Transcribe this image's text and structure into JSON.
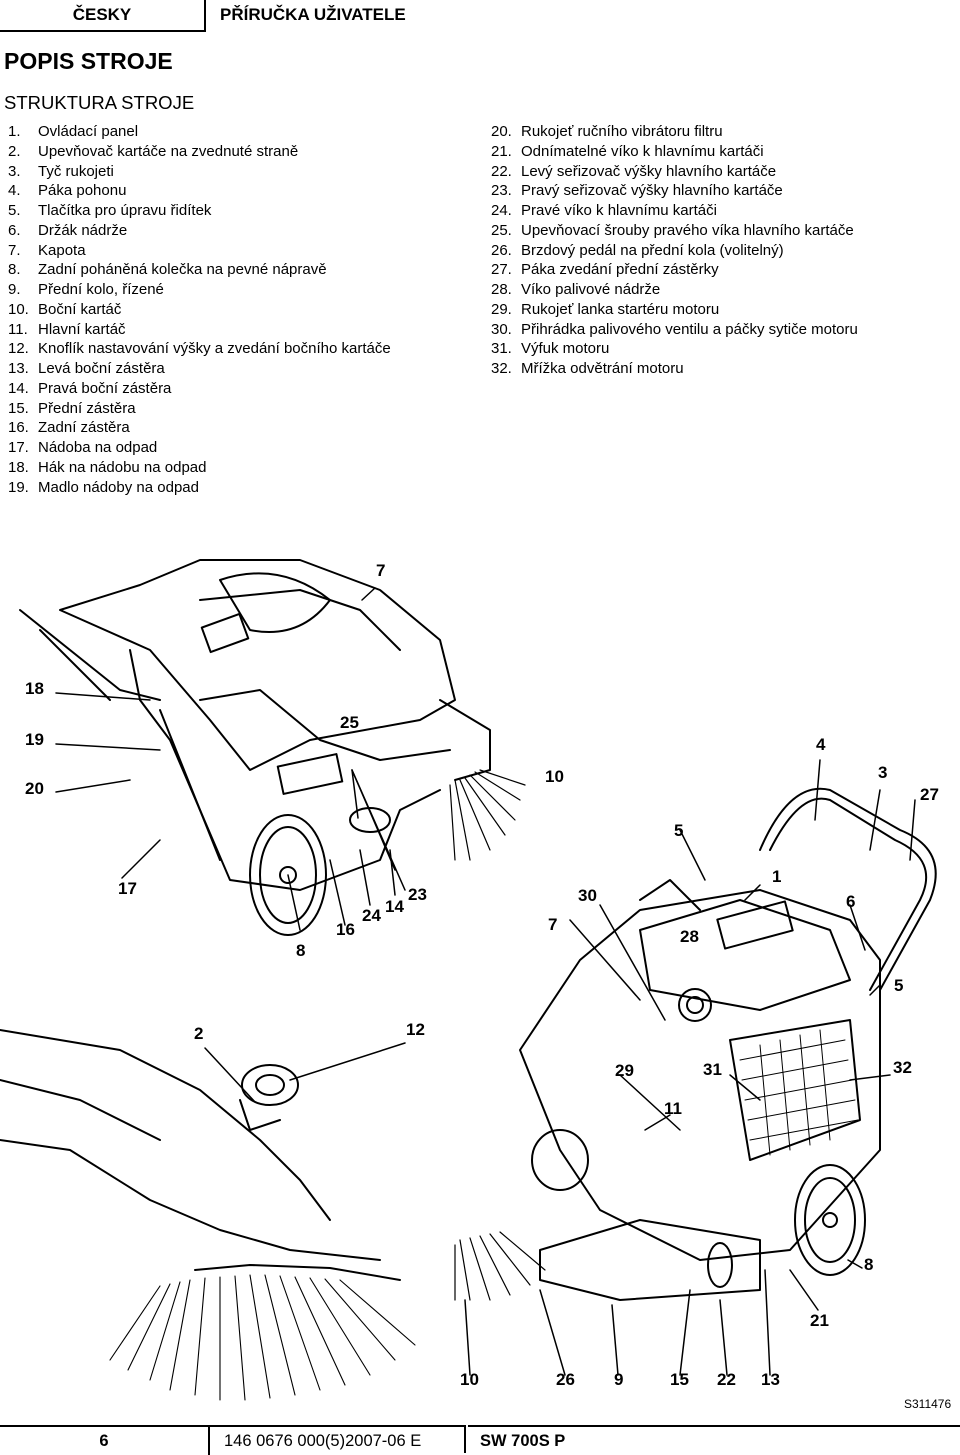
{
  "header": {
    "language": "ČESKY",
    "manual": "PŘÍRUČKA UŽIVATELE"
  },
  "title": "POPIS STROJE",
  "subtitle": "STRUKTURA STROJE",
  "parts_left": [
    {
      "num": "1.",
      "label": "Ovládací panel"
    },
    {
      "num": "2.",
      "label": "Upevňovač kartáče na zvednuté straně"
    },
    {
      "num": "3.",
      "label": "Tyč rukojeti"
    },
    {
      "num": "4.",
      "label": "Páka pohonu"
    },
    {
      "num": "5.",
      "label": "Tlačítka pro úpravu řidítek"
    },
    {
      "num": "6.",
      "label": "Držák nádrže"
    },
    {
      "num": "7.",
      "label": "Kapota"
    },
    {
      "num": "8.",
      "label": "Zadní poháněná kolečka na pevné nápravě"
    },
    {
      "num": "9.",
      "label": "Přední kolo, řízené"
    },
    {
      "num": "10.",
      "label": "Boční kartáč"
    },
    {
      "num": "11.",
      "label": "Hlavní kartáč"
    },
    {
      "num": "12.",
      "label": "Knoflík nastavování výšky a zvedání bočního kartáče"
    },
    {
      "num": "13.",
      "label": "Levá boční zástěra"
    },
    {
      "num": "14.",
      "label": "Pravá boční zástěra"
    },
    {
      "num": "15.",
      "label": "Přední zástěra"
    },
    {
      "num": "16.",
      "label": "Zadní zástěra"
    },
    {
      "num": "17.",
      "label": "Nádoba na odpad"
    },
    {
      "num": "18.",
      "label": "Hák na nádobu na odpad"
    },
    {
      "num": "19.",
      "label": "Madlo nádoby na odpad"
    }
  ],
  "parts_right": [
    {
      "num": "20.",
      "label": "Rukojeť ručního vibrátoru filtru"
    },
    {
      "num": "21.",
      "label": "Odnímatelné víko k hlavnímu kartáči"
    },
    {
      "num": "22.",
      "label": "Levý seřizovač výšky hlavního kartáče"
    },
    {
      "num": "23.",
      "label": "Pravý seřizovač výšky hlavního kartáče"
    },
    {
      "num": "24.",
      "label": "Pravé víko k hlavnímu kartáči"
    },
    {
      "num": "25.",
      "label": "Upevňovací šrouby pravého víka hlavního kartáče"
    },
    {
      "num": "26.",
      "label": "Brzdový pedál na přední kola (volitelný)"
    },
    {
      "num": "27.",
      "label": "Páka zvedání přední zástěrky"
    },
    {
      "num": "28.",
      "label": "Víko palivové nádrže"
    },
    {
      "num": "29.",
      "label": "Rukojeť lanka startéru motoru"
    },
    {
      "num": "30.",
      "label": "Přihrádka palivového ventilu a páčky sytiče motoru"
    },
    {
      "num": "31.",
      "label": "Výfuk motoru"
    },
    {
      "num": "32.",
      "label": "Mřížka odvětrání motoru"
    }
  ],
  "callouts": {
    "c7a": "7",
    "c18": "18",
    "c19": "19",
    "c20": "20",
    "c25": "25",
    "c17": "17",
    "c8a": "8",
    "c16": "16",
    "c24": "24",
    "c14": "14",
    "c23": "23",
    "c10a": "10",
    "c4": "4",
    "c3": "3",
    "c27": "27",
    "c5a": "5",
    "c1": "1",
    "c30": "30",
    "c7b": "7",
    "c28": "28",
    "c6": "6",
    "c5b": "5",
    "c2": "2",
    "c12": "12",
    "c29": "29",
    "c31": "31",
    "c32": "32",
    "c11": "11",
    "c8b": "8",
    "c21": "21",
    "c10b": "10",
    "c26": "26",
    "c9": "9",
    "c15": "15",
    "c22": "22",
    "c13": "13"
  },
  "figure_code": "S311476",
  "footer": {
    "page": "6",
    "doc": "146 0676 000(5)2007-06 E",
    "model": "SW 700S P"
  }
}
